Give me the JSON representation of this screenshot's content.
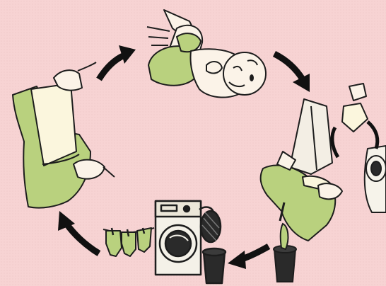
{
  "scene": {
    "kind": "illustration",
    "style": "hand-drawn cloth diaper reuse cycle",
    "colors": {
      "background": "#f7d3d3",
      "diaper_green": "#b9d17e",
      "liner_cream": "#fbf6dd",
      "outline": "#1d1d1d",
      "arrow": "#111111",
      "skin": "#fbf3e8",
      "machine": "#f4f1e8",
      "bin": "#2a2a2a"
    },
    "steps": [
      {
        "id": "put-on-diaper",
        "icon": "baby-diaper-change-icon"
      },
      {
        "id": "remove-soiled-diaper",
        "icon": "toilet-rinse-icon"
      },
      {
        "id": "soak-in-bin",
        "icon": "diaper-pail-icon"
      },
      {
        "id": "machine-wash",
        "icon": "washing-machine-icon"
      },
      {
        "id": "line-dry",
        "icon": "clothesline-icon"
      },
      {
        "id": "stuff-insert",
        "icon": "diaper-insert-icon"
      }
    ]
  }
}
